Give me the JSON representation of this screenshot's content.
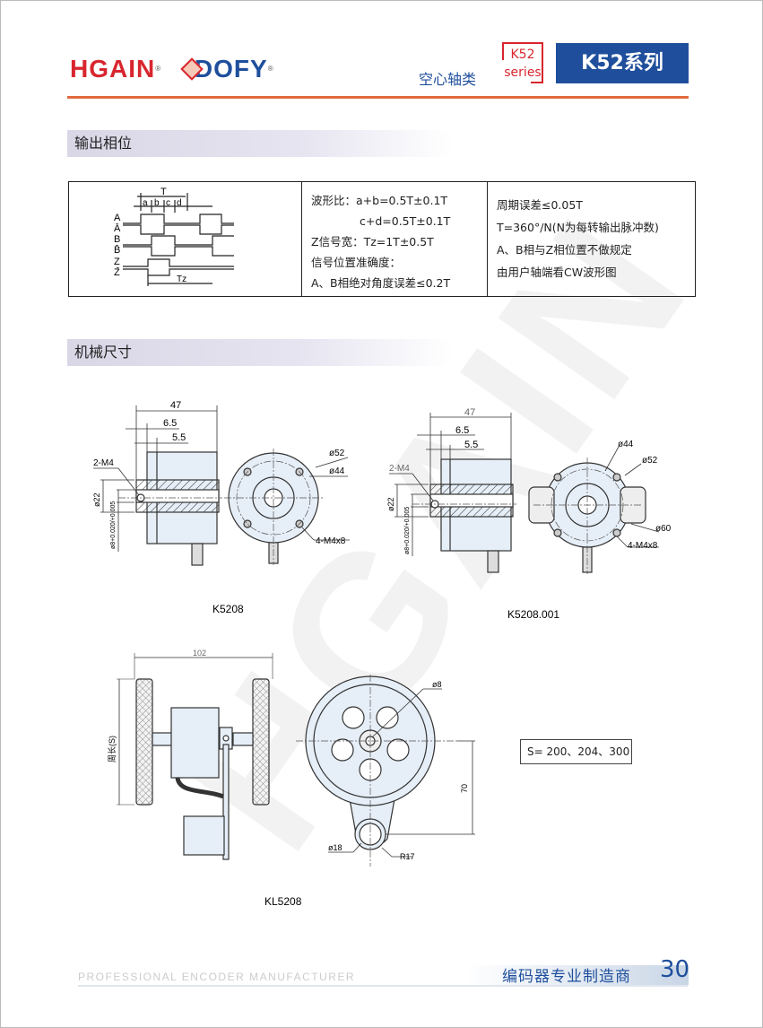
{
  "header": {
    "brand1": "HGAIN",
    "brand2": "DOFY",
    "registered": "®",
    "category": "空心轴类",
    "series_code": "K52",
    "series_word": "series",
    "series_title": "K52系列"
  },
  "phase": {
    "title": "输出相位",
    "waveform": {
      "period": "T",
      "segments": [
        "a",
        "b",
        "c",
        "d"
      ],
      "signals": [
        "A",
        "Ā",
        "B",
        "B̄",
        "Z",
        "Z̄"
      ],
      "z_width": "Tz"
    },
    "col2": [
      "波形比：a+b=0.5T±0.1T",
      "c+d=0.5T±0.1T",
      "Z信号宽：Tz=1T±0.5T",
      "信号位置准确度：",
      "A、B相绝对角度误差≤0.2T"
    ],
    "col3": [
      "周期误差≤0.05T",
      "T=360°/N(N为每转输出脉冲数)",
      "A、B相与Z相位置不做规定",
      "由用户轴端看CW波形图"
    ]
  },
  "mech": {
    "title": "机械尺寸",
    "k5208": {
      "name": "K5208",
      "len": "47",
      "d1": "6.5",
      "d2": "5.5",
      "screw": "2-M4",
      "dia22": "ø22",
      "shaft": "ø8+0.020/+0.005",
      "dia52": "ø52",
      "dia44": "ø44",
      "holes": "4-M4x8"
    },
    "k5208001": {
      "name": "K5208.001",
      "len": "47",
      "d1": "6.5",
      "d2": "5.5",
      "screw": "2-M4",
      "dia22": "ø22",
      "shaft": "ø8+0.020/+0.005",
      "dia44": "ø44",
      "dia52": "ø52",
      "dia60": "ø60",
      "holes": "4-M4x8"
    },
    "kl5208": {
      "name": "KL5208",
      "width": "102",
      "perimeter": "周长(S)",
      "dia8": "ø8",
      "dist": "70",
      "dia18": "ø18",
      "radius": "R17",
      "s_values": "S= 200、204、300"
    }
  },
  "footer": {
    "english": "PROFESSIONAL ENCODER MANUFACTURER",
    "chinese": "编码器专业制造商",
    "page": "30"
  },
  "watermark": "HGAIN",
  "colors": {
    "brand_red": "#d8262e",
    "brand_blue": "#1f4f9c",
    "rule_orange": "#e06a3e"
  }
}
